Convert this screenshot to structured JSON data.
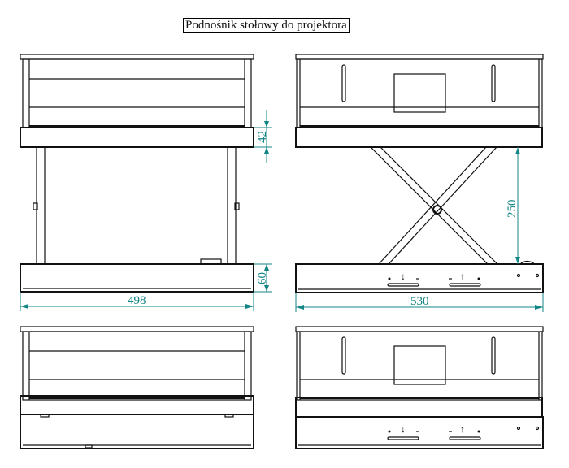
{
  "title": "Podnośnik stołowy do projektora",
  "dimensions": {
    "plate_height": "42",
    "base_height": "60",
    "width_front": "498",
    "lift_height": "250",
    "width_side": "530"
  },
  "colors": {
    "dimension": "#138585",
    "line": "#111111"
  }
}
